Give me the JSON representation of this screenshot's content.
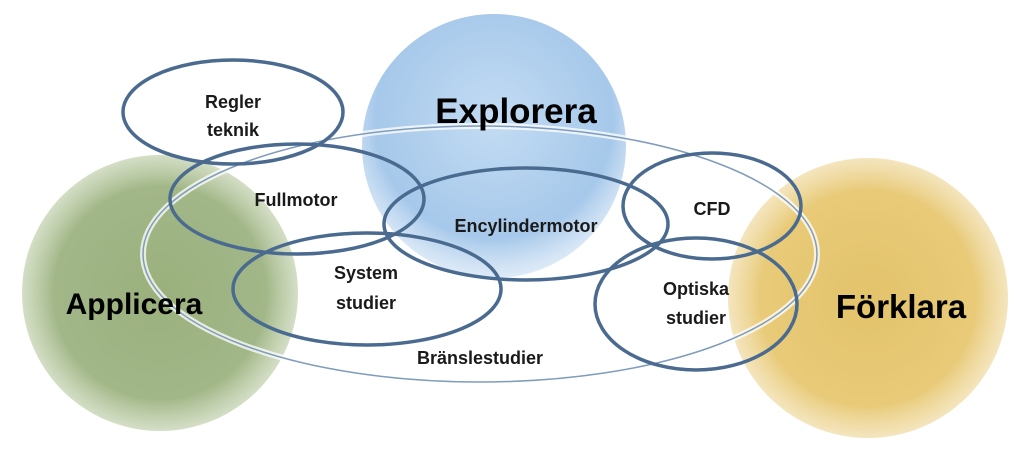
{
  "circles": {
    "explorera": {
      "label": "Explorera",
      "color": "#a9c9ea"
    },
    "applicera": {
      "label": "Applicera",
      "color": "#9db281"
    },
    "forklara": {
      "label": "Förklara",
      "color": "#e6c66f"
    }
  },
  "ellipses": {
    "regler_teknik": {
      "line1": "Regler",
      "line2": "teknik"
    },
    "fullmotor": {
      "label": "Fullmotor"
    },
    "system_studier": {
      "line1": "System",
      "line2": "studier"
    },
    "encylindermotor": {
      "label": "Encylindermotor"
    },
    "cfd": {
      "label": "CFD"
    },
    "optiska_studier": {
      "line1": "Optiska",
      "line2": "studier"
    },
    "bransle_studier": {
      "label": "Bränslestudier"
    }
  },
  "outline_color": "#4a6b8f"
}
